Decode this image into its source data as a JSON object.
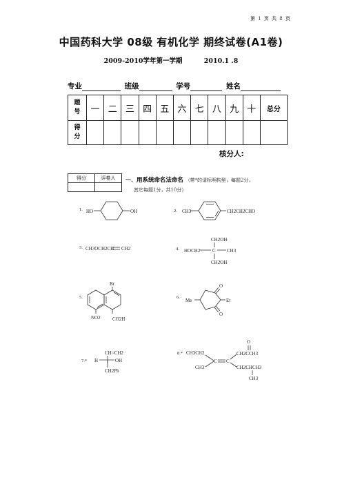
{
  "header": {
    "page_number": "第 1 页 共 8 页",
    "title": "中国药科大学 08级 有机化学 期终试卷(A1卷)",
    "semester": "2009-2010学年第一学期",
    "date": "2010.1 .8"
  },
  "student_info": {
    "major_label": "专业",
    "class_label": "班级",
    "id_label": "学号",
    "name_label": "姓名"
  },
  "score_table": {
    "row1_header": "题号",
    "row1_header_a": "题",
    "row1_header_b": "号",
    "columns": [
      "一",
      "二",
      "三",
      "四",
      "五",
      "六",
      "七",
      "八",
      "九",
      "十"
    ],
    "total_label": "总分",
    "row2_header_a": "得",
    "row2_header_b": "分"
  },
  "checker_label": "核分人:",
  "grader_box": {
    "score_label": "得分",
    "grader_label": "评卷人"
  },
  "section1": {
    "number": "一、",
    "title": "用系统命名法命名",
    "note_line1": "（带*的请标明构型，每题2分，",
    "note_line2": "其它每题1分，共10分）"
  },
  "structures": {
    "q1": {
      "num": "1.",
      "left": "HO",
      "right": "OH"
    },
    "q2": {
      "num": "2.",
      "left": "CH3",
      "right": "CH2CH2CHO"
    },
    "q3": {
      "num": "3.",
      "formula": "CH3OCH2CH=CH2",
      "left": "CH3OCH2CH",
      "right": "CH2"
    },
    "q4": {
      "num": "4.",
      "top": "CH2OH",
      "left": "HOCH2",
      "center": "C",
      "right": "CH3",
      "bottom": "CH2OH"
    },
    "q5": {
      "num": "5.",
      "top": "Br",
      "bottom_left": "NO2",
      "bottom_right": "CO2H"
    },
    "q6": {
      "num": "6.",
      "top": "O",
      "left": "Me",
      "right": "Et",
      "bottom": "O"
    },
    "q7": {
      "num": "7.*",
      "top": "CH=CH2",
      "left": "H",
      "right": "OH",
      "bottom": "CH2Ph"
    },
    "q8": {
      "num": "8.*",
      "top_left": "CH3CH2",
      "bottom_left": "CH3",
      "center_left": "C",
      "center_right": "C",
      "top_right": "CH2CCH3",
      "carbonyl_o": "O",
      "bottom_right": "CH2CHCH3",
      "bottom_methyl": "CH3"
    }
  }
}
